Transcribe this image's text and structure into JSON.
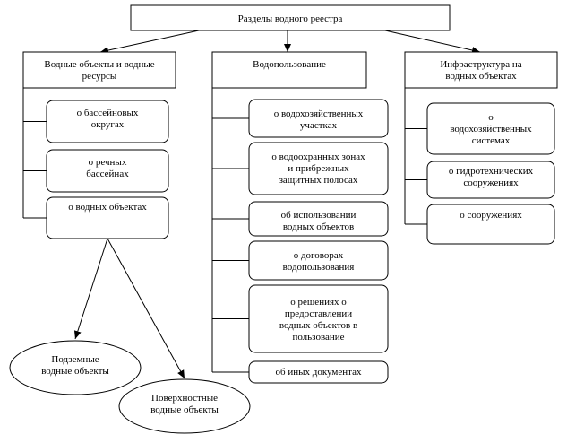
{
  "diagram": {
    "root": "Разделы водного реестра",
    "columns": [
      {
        "title": [
          "Водные объекты и водные",
          "ресурсы"
        ],
        "items": [
          [
            "о бассейновых",
            "округах"
          ],
          [
            "о речных",
            "бассейнах"
          ],
          [
            "о водных объектах"
          ]
        ]
      },
      {
        "title": [
          "Водопользование"
        ],
        "items": [
          [
            "о водохозяйственных",
            "участках"
          ],
          [
            "о водоохранных зонах",
            "и прибрежных",
            "защитных полосах"
          ],
          [
            "об использовании",
            "водных объектов"
          ],
          [
            "о договорах",
            "водопользования"
          ],
          [
            "о решениях о",
            "предоставлении",
            "водных объектов в",
            "пользование"
          ],
          [
            "об иных документах"
          ]
        ]
      },
      {
        "title": [
          "Инфраструктура на",
          "водных объектах"
        ],
        "items": [
          [
            "о",
            "водохозяйственных",
            "системах"
          ],
          [
            "о гидротехнических",
            "сооружениях"
          ],
          [
            "о сооружениях"
          ]
        ]
      }
    ],
    "ellipses": [
      [
        "Подземные",
        "водные объекты"
      ],
      [
        "Поверхностные",
        "водные объекты"
      ]
    ]
  }
}
